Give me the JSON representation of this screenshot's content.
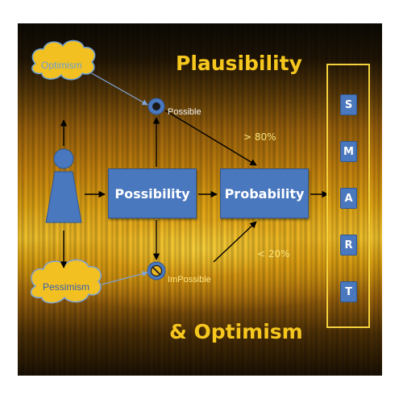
{
  "titles": {
    "top": "Plausibility",
    "bottom": "& Optimism"
  },
  "boxes": {
    "possibility": "Possibility",
    "probability": "Probability"
  },
  "labels": {
    "possible": "Possible",
    "impossible": "ImPossible",
    "high": "> 80%",
    "low": "< 20%"
  },
  "clouds": {
    "optimism": "Optimism",
    "pessimism": "Pessimism"
  },
  "smart": [
    "S",
    "M",
    "A",
    "R",
    "T"
  ],
  "colors": {
    "title_yellow": "#f6c71e",
    "box_blue": "#4a78be",
    "frame_yellow": "#f5d23c",
    "cloud_fill": "#f2c021"
  },
  "icons": [
    "person-icon",
    "possible-ring-icon",
    "impossible-prohibited-icon",
    "optimism-cloud-icon",
    "pessimism-cloud-icon"
  ]
}
